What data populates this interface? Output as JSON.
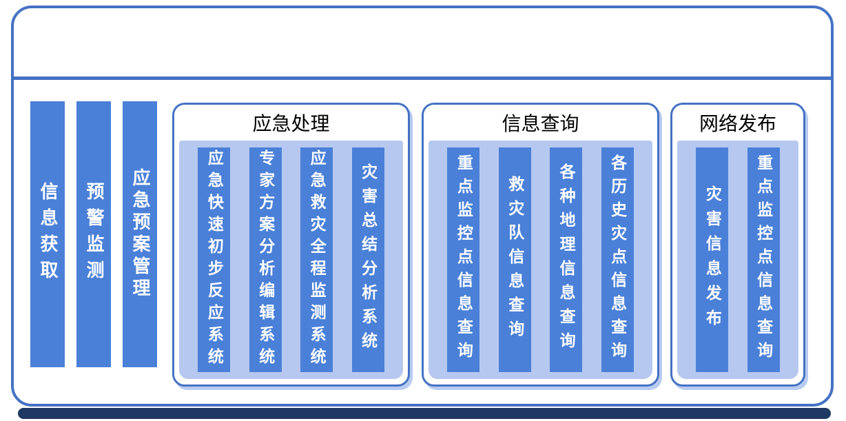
{
  "colors": {
    "bar_blue": "#4a80d8",
    "panel_light_blue": "#b6c8ef",
    "frame_blue": "#4472c4",
    "base_navy": "#1f3864",
    "bar_text": "#ffffff",
    "title_text": "#000000"
  },
  "left_bars": [
    {
      "label": "信息获取"
    },
    {
      "label": "预警监测"
    },
    {
      "label": "应急预案管理"
    }
  ],
  "groups": [
    {
      "title": "应急处理",
      "bars": [
        "应急快速初步反应系统",
        "专家方案分析编辑系统",
        "应急救灾全程监测系统",
        "灾害总结分析系统"
      ]
    },
    {
      "title": "信息查询",
      "bars": [
        "重点监控点信息查询",
        "救灾队信息查询",
        "各种地理信息查询",
        "各历史灾点信息查询"
      ]
    },
    {
      "title": "网络发布",
      "bars": [
        "灾害信息发布",
        "重点监控点信息查询"
      ]
    }
  ]
}
